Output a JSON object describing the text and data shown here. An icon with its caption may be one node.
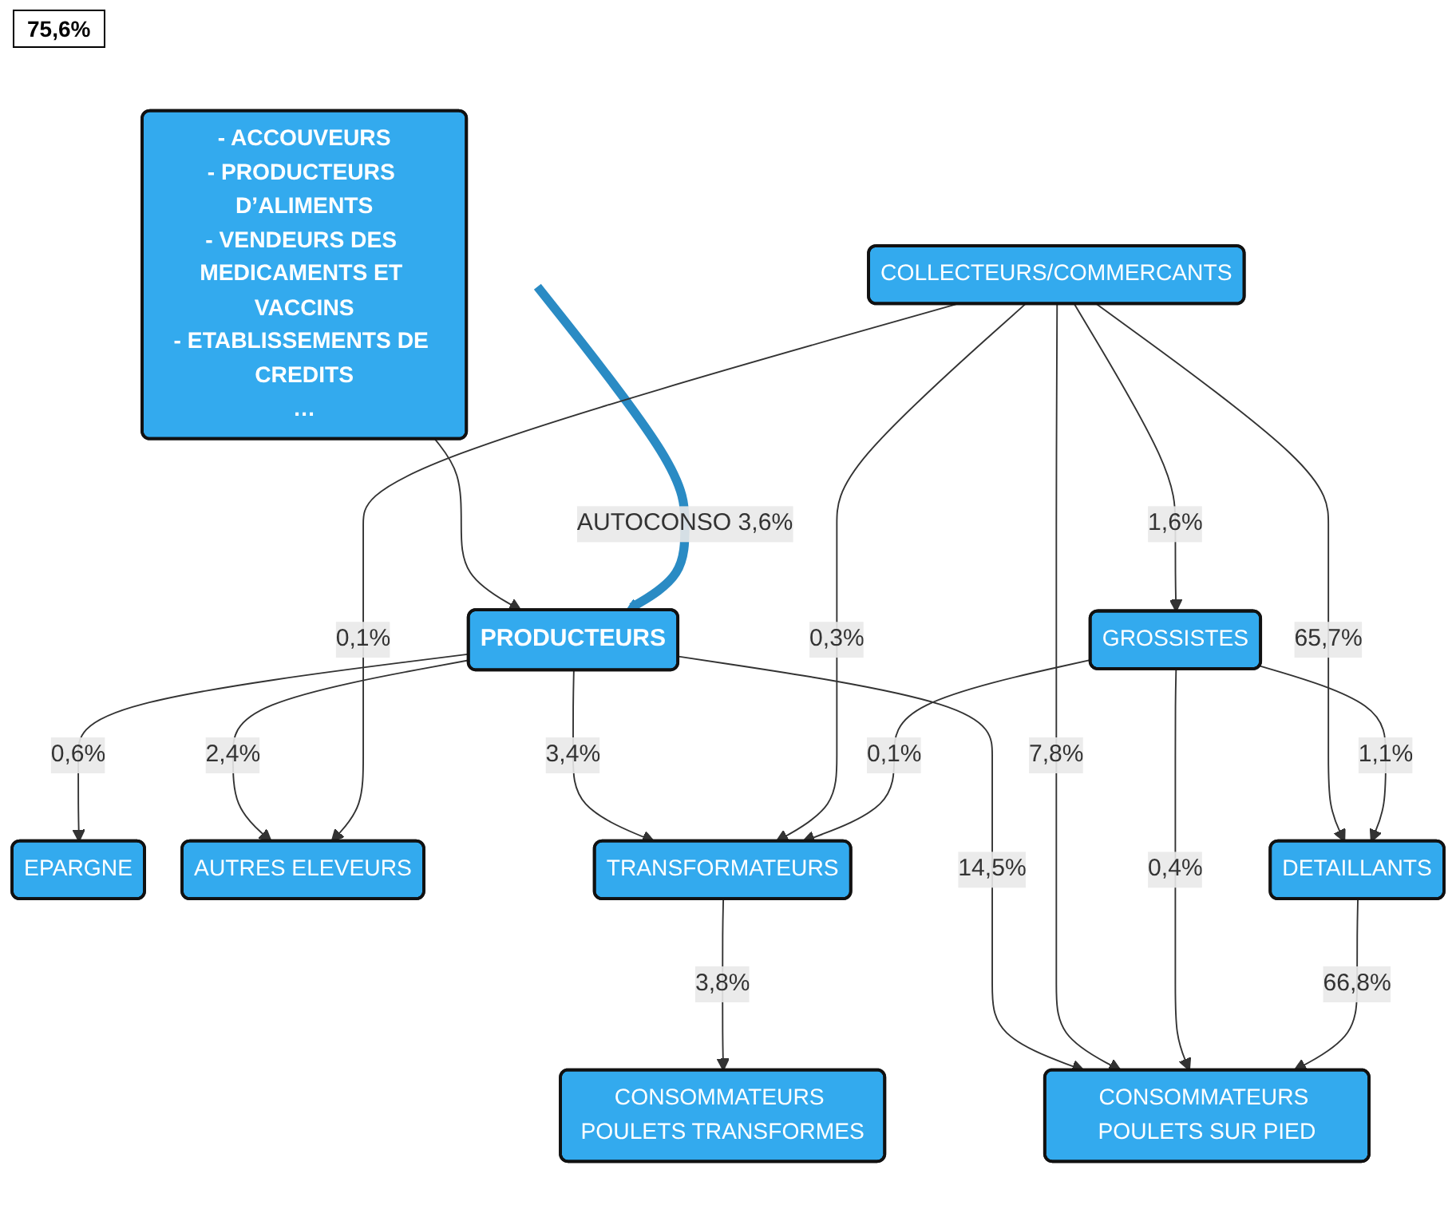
{
  "diagram": {
    "nodes": [
      {
        "text": [
          "- ACCOUVEURS",
          "- PRODUCTEURS D’ALIMENTS",
          "- VENDEURS DES MEDICAMENTS ET VACCINS",
          "- ETABLISSEMENTS DE CREDITS",
          "…"
        ]
      },
      {
        "text": [
          "PRODUCTEURS"
        ]
      },
      {
        "text": [
          "EPARGNE"
        ]
      },
      {
        "text": [
          "COLLECTEURS/COMMERCANTS"
        ]
      },
      {
        "text": [
          "AUTRES ELEVEURS"
        ]
      },
      {
        "text": [
          "GROSSISTES"
        ]
      },
      {
        "text": [
          "DETAILLANTS"
        ]
      },
      {
        "text": [
          "TRANSFORMATEURS"
        ]
      },
      {
        "text": [
          "CONSOMMATEURS POULETS SUR PIED"
        ]
      },
      {
        "text": [
          "CONSOMMATEURS POULETS TRANSFORMES"
        ]
      }
    ],
    "edges": [
      {
        "from": 0,
        "to": 1,
        "arrow": "to"
      },
      {
        "from": null,
        "to": 1,
        "arrow": "to",
        "label": "AUTOCONSO 3,6%",
        "style": "thick",
        "color": "#2a8bc4"
      },
      {
        "from": 1,
        "to": 2,
        "arrow": "to",
        "label": "0,6%"
      },
      {
        "from": 1,
        "to": 4,
        "arrow": "to",
        "label": "2,4%"
      },
      {
        "from": 1,
        "to": 8,
        "arrow": "to",
        "label": "14,5%"
      },
      {
        "from": 1,
        "to": 7,
        "arrow": "to",
        "label": "3,4%"
      },
      {
        "from": 3,
        "to": 4,
        "arrow": "to",
        "label": "0,1%"
      },
      {
        "from": 3,
        "to": 5,
        "arrow": "to",
        "label": "1,6%"
      },
      {
        "from": 3,
        "to": 6,
        "arrow": "to",
        "label": "65,7%"
      },
      {
        "from": 3,
        "to": 8,
        "arrow": "to",
        "label": "7,8%"
      },
      {
        "from": 3,
        "to": 7,
        "arrow": "to",
        "label": "0,3%"
      },
      {
        "from": 5,
        "to": 6,
        "arrow": "to",
        "label": "1,1%"
      },
      {
        "from": 5,
        "to": 7,
        "arrow": "to",
        "label": "0,1%"
      },
      {
        "from": 5,
        "to": 8,
        "arrow": "to",
        "label": "0,4%"
      },
      {
        "from": 6,
        "to": 8,
        "arrow": "to",
        "label": "66,8%"
      },
      {
        "from": 7,
        "to": 9,
        "arrow": "to",
        "label": "3,8%"
      }
    ],
    "labels": [
      "75,6%"
    ]
  }
}
